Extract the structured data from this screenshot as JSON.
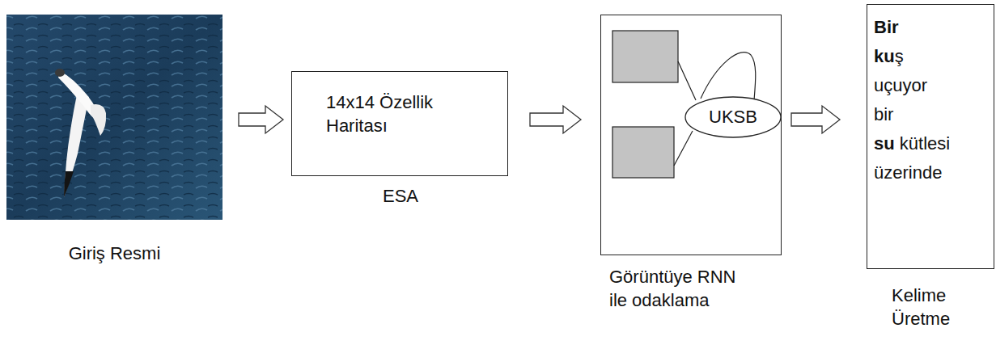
{
  "diagram": {
    "nodes": [
      {
        "text": [
          "Giriş Resmi"
        ]
      },
      {
        "text": [
          "14x14 Özellik Haritası",
          "ESA"
        ]
      },
      {
        "text": [
          "Görüntüye RNN ile odaklama"
        ]
      },
      {
        "text": [
          "UKSB"
        ],
        "in": 2
      },
      {
        "text": [
          "Bir",
          "kuş",
          "uçuyor",
          "bir",
          "su kütlesi",
          "üzerinde",
          "Kelime Üretme"
        ]
      }
    ],
    "edges": [
      {
        "from": 0,
        "to": 1,
        "arrow": "to"
      },
      {
        "from": 1,
        "to": 2,
        "arrow": "to"
      },
      {
        "from": 2,
        "to": 4,
        "arrow": "to"
      }
    ]
  }
}
